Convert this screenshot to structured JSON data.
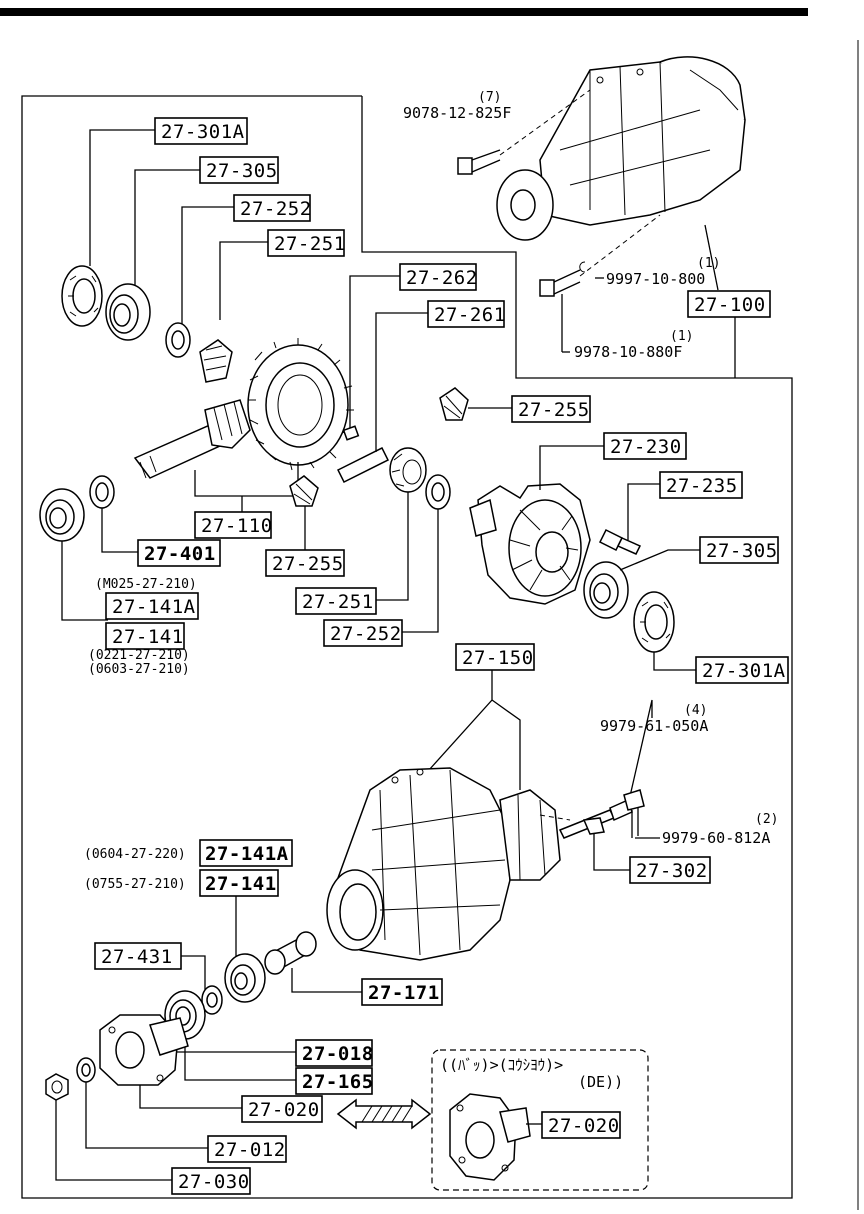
{
  "labels": {
    "l301a_top": "27-301A",
    "l305_top": "27-305",
    "l252_top": "27-252",
    "l251_top": "27-251",
    "l262": "27-262",
    "l261": "27-261",
    "l255_mid": "27-255",
    "l230": "27-230",
    "l235": "27-235",
    "l305_right": "27-305",
    "l301a_right": "27-301A",
    "l100": "27-100",
    "l110": "27-110",
    "l401": "27-401",
    "l255_low": "27-255",
    "l251_low": "27-251",
    "l252_low": "27-252",
    "l141a_upper": "27-141A",
    "l141_upper": "27-141",
    "l150": "27-150",
    "l141a_lower": "27-141A",
    "l141_lower": "27-141",
    "l431": "27-431",
    "l171": "27-171",
    "l302": "27-302",
    "l018": "27-018",
    "l165": "27-165",
    "l020_main": "27-020",
    "l020_inset": "27-020",
    "l012": "27-012",
    "l030": "27-030"
  },
  "notes": {
    "m025": "(M025-27-210)",
    "n0221": "(0221-27-210)",
    "n0603": "(0603-27-210)",
    "n0604": "(0604-27-220)",
    "n0755": "(0755-27-210)",
    "inset_title": "((ﾊﾞｯ)>(ｺｳｼﾖｳ)>",
    "inset_de": "(DE))"
  },
  "part_numbers": {
    "bolt_top": "9078-12-825F",
    "bolt_top_qty": "(7)",
    "washer": "9997-10-800",
    "washer_qty": "(1)",
    "bolt_mid": "9978-10-880F",
    "bolt_mid_qty": "(1)",
    "stud": "9979-61-050A",
    "stud_qty": "(4)",
    "bolt_low": "9979-60-812A",
    "bolt_low_qty": "(2)"
  }
}
